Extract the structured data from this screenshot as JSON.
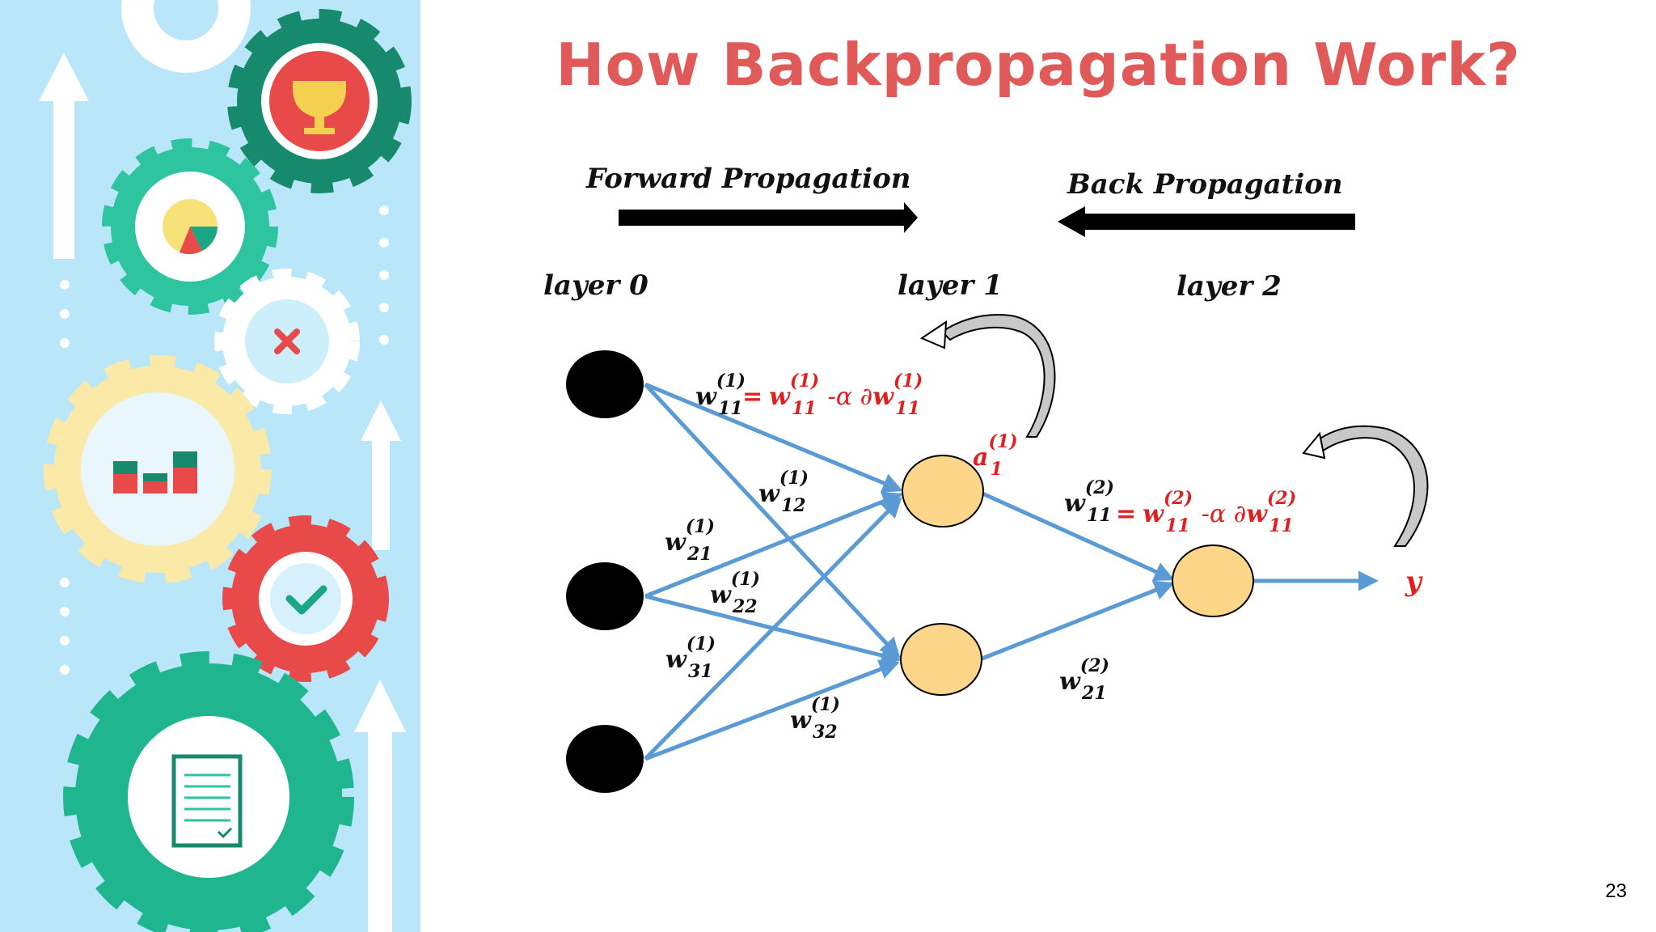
{
  "title": "How Backpropagation Work?",
  "page_number": "23",
  "forward_label": "Forward Propagation",
  "back_label": "Back Propagation",
  "layers": [
    "layer 0",
    "layer 1",
    "layer 2"
  ],
  "weight_labels": {
    "w11": {
      "base": "w",
      "sup": "(1)",
      "sub": "11"
    },
    "w12": {
      "base": "w",
      "sup": "(1)",
      "sub": "12"
    },
    "w21": {
      "base": "w",
      "sup": "(1)",
      "sub": "21"
    },
    "w22": {
      "base": "w",
      "sup": "(1)",
      "sub": "22"
    },
    "w31": {
      "base": "w",
      "sup": "(1)",
      "sub": "31"
    },
    "w32": {
      "base": "w",
      "sup": "(1)",
      "sub": "32"
    },
    "w2_11": {
      "base": "w",
      "sup": "(2)",
      "sub": "11"
    },
    "w2_21": {
      "base": "w",
      "sup": "(2)",
      "sub": "21"
    }
  },
  "update_rule_1": {
    "eq": "=",
    "term": "w",
    "sup": "(1)",
    "sub": "11",
    "minus": "-α ∂",
    "dterm": "w",
    "dsup": "(1)",
    "dsub": "11"
  },
  "update_rule_2": {
    "eq": "=",
    "term": "w",
    "sup": "(2)",
    "sub": "11",
    "minus": "-α ∂",
    "dterm": "w",
    "dsup": "(2)",
    "dsub": "11"
  },
  "activation": {
    "base": "a",
    "sup": "(1)",
    "sub": "1"
  },
  "output_label": "y",
  "colors": {
    "title": "#e05a5a",
    "edge": "#5b9bd5",
    "input_node": "#000000",
    "hidden_node": "#fdd68a",
    "red_text": "#e02020",
    "sidebar_bg": "#b9e6f8"
  },
  "icons": [
    "gear-icon",
    "trophy-icon",
    "pie-chart-icon",
    "close-icon",
    "bar-chart-icon",
    "check-icon",
    "clipboard-icon",
    "arrow-up-icon"
  ]
}
